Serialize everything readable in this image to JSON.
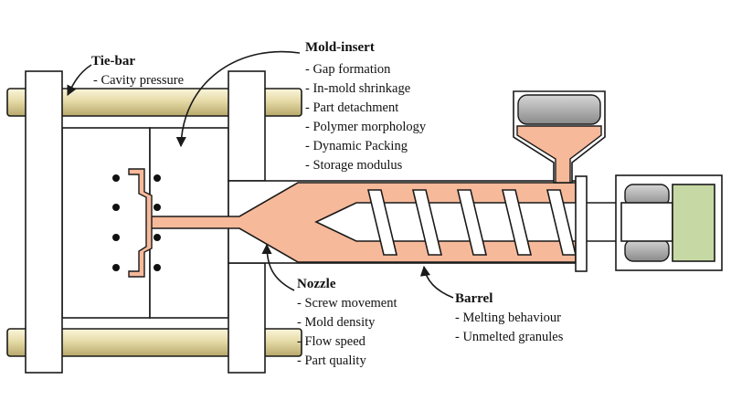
{
  "colors": {
    "polymer": "#f6b99a",
    "tie_bar": "#e4d9a6",
    "hopper_gray": "#9a9a9a",
    "piston_green": "#c6d9a4",
    "outline": "#1a1a1a"
  },
  "labels": {
    "tie_bar": {
      "title": "Tie-bar",
      "items": [
        "- Cavity pressure"
      ]
    },
    "mold_insert": {
      "title": "Mold-insert",
      "items": [
        "- Gap formation",
        "- In-mold shrinkage",
        "- Part detachment",
        "- Polymer morphology",
        "- Dynamic Packing",
        "- Storage modulus"
      ]
    },
    "nozzle": {
      "title": "Nozzle",
      "items": [
        "- Screw movement",
        "- Mold density",
        "- Flow speed",
        "- Part quality"
      ]
    },
    "barrel": {
      "title": "Barrel",
      "items": [
        "- Melting behaviour",
        "- Unmelted granules"
      ]
    }
  }
}
